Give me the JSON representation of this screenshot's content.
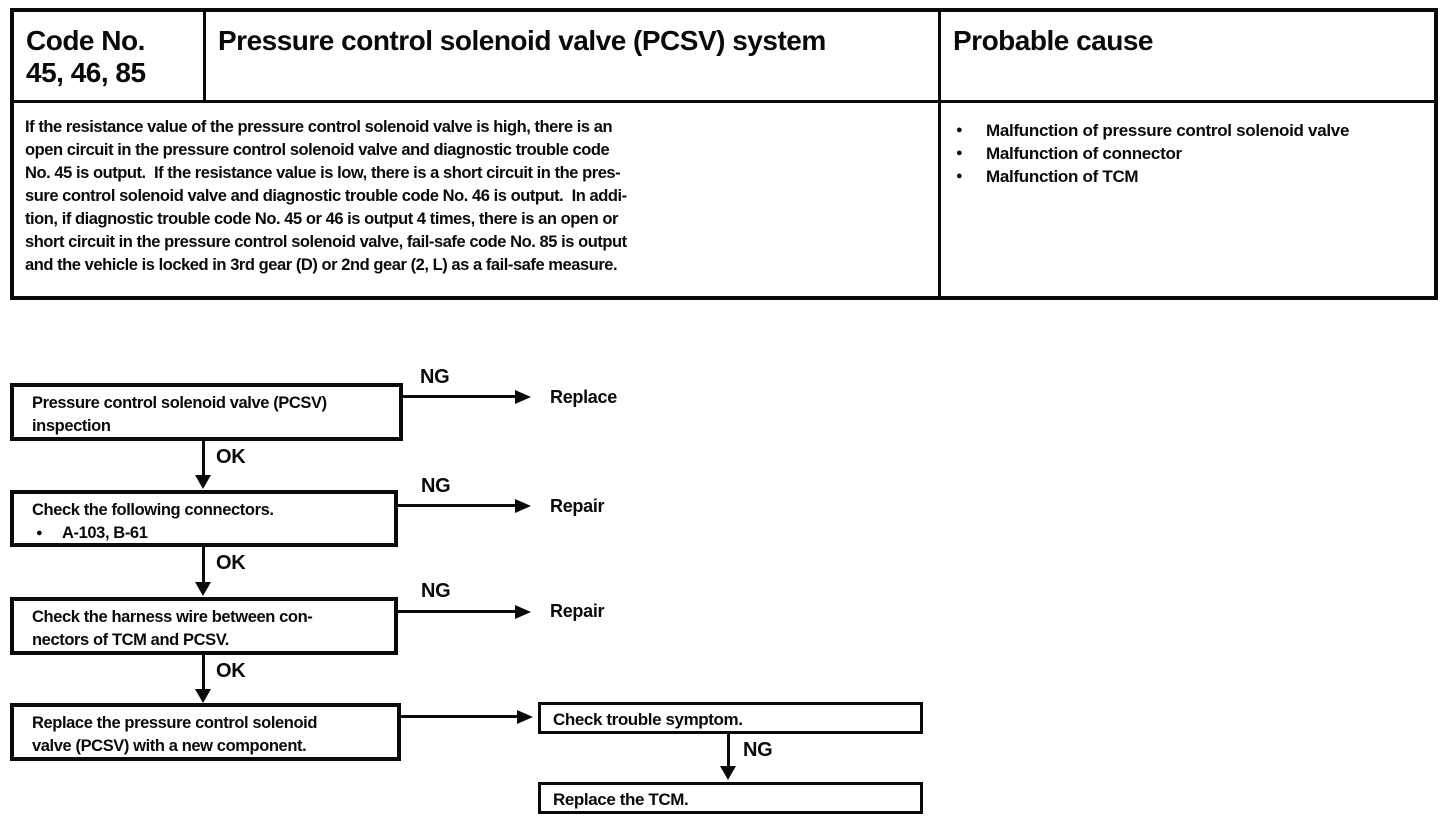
{
  "table": {
    "code": {
      "line1": "Code No.",
      "line2": "45, 46, 85"
    },
    "system_title": "Pressure control solenoid valve (PCSV) system",
    "probable_cause_title": "Probable cause",
    "bullet_glyph": "●",
    "description_lines": [
      "If the resistance value of the pressure control solenoid valve is high, there is an",
      "open circuit in the pressure control solenoid valve and diagnostic trouble code",
      "No. 45 is output.  If the resistance value is low, there is a short circuit in the pres-",
      "sure control solenoid valve and diagnostic trouble code No. 46 is output.  In addi-",
      "tion, if diagnostic trouble code No. 45 or 46 is output 4 times, there is an open or",
      "short circuit in the pressure control solenoid valve, fail-safe code No. 85 is output",
      "and the vehicle is locked in 3rd gear (D) or 2nd gear (2, L) as a fail-safe measure."
    ],
    "probable_causes": [
      "Malfunction of pressure control solenoid valve",
      "Malfunction of connector",
      "Malfunction of TCM"
    ]
  },
  "flowchart": {
    "step1": {
      "line1": "Pressure control solenoid valve (PCSV)",
      "line2": "inspection",
      "ng": "NG",
      "action": "Replace",
      "ok": "OK"
    },
    "step2": {
      "line1": "Check the following connectors.",
      "bullet_text": "A-103, B-61",
      "ng": "NG",
      "action": "Repair",
      "ok": "OK"
    },
    "step3": {
      "line1": "Check the harness wire between con-",
      "line2": "nectors of TCM and PCSV.",
      "ng": "NG",
      "action": "Repair",
      "ok": "OK"
    },
    "step4": {
      "line1": "Replace the pressure control solenoid",
      "line2": "valve (PCSV) with a new component."
    },
    "step5": {
      "text": "Check trouble symptom.",
      "ng": "NG"
    },
    "step6": {
      "text": "Replace the TCM."
    }
  }
}
